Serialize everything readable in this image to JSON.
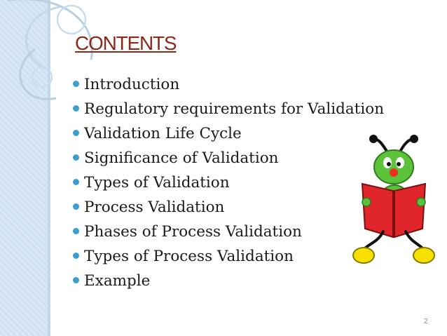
{
  "slide": {
    "title": "CONTENTS",
    "bullets": [
      "Introduction",
      "Regulatory requirements for Validation",
      "Validation Life Cycle",
      "Significance of Validation",
      "Types of Validation",
      "Process Validation",
      "Phases of Process Validation",
      "Types of Process Validation",
      "Example"
    ],
    "page_number": "2"
  },
  "colors": {
    "title": "#8b2a1a",
    "bullet": "#3b9fce",
    "sidebar": "#d8e8f4",
    "text": "#1a1a1a"
  },
  "icons": {
    "clipart": "bug-reading-book-icon",
    "bullet": "bullet-dot-icon"
  }
}
